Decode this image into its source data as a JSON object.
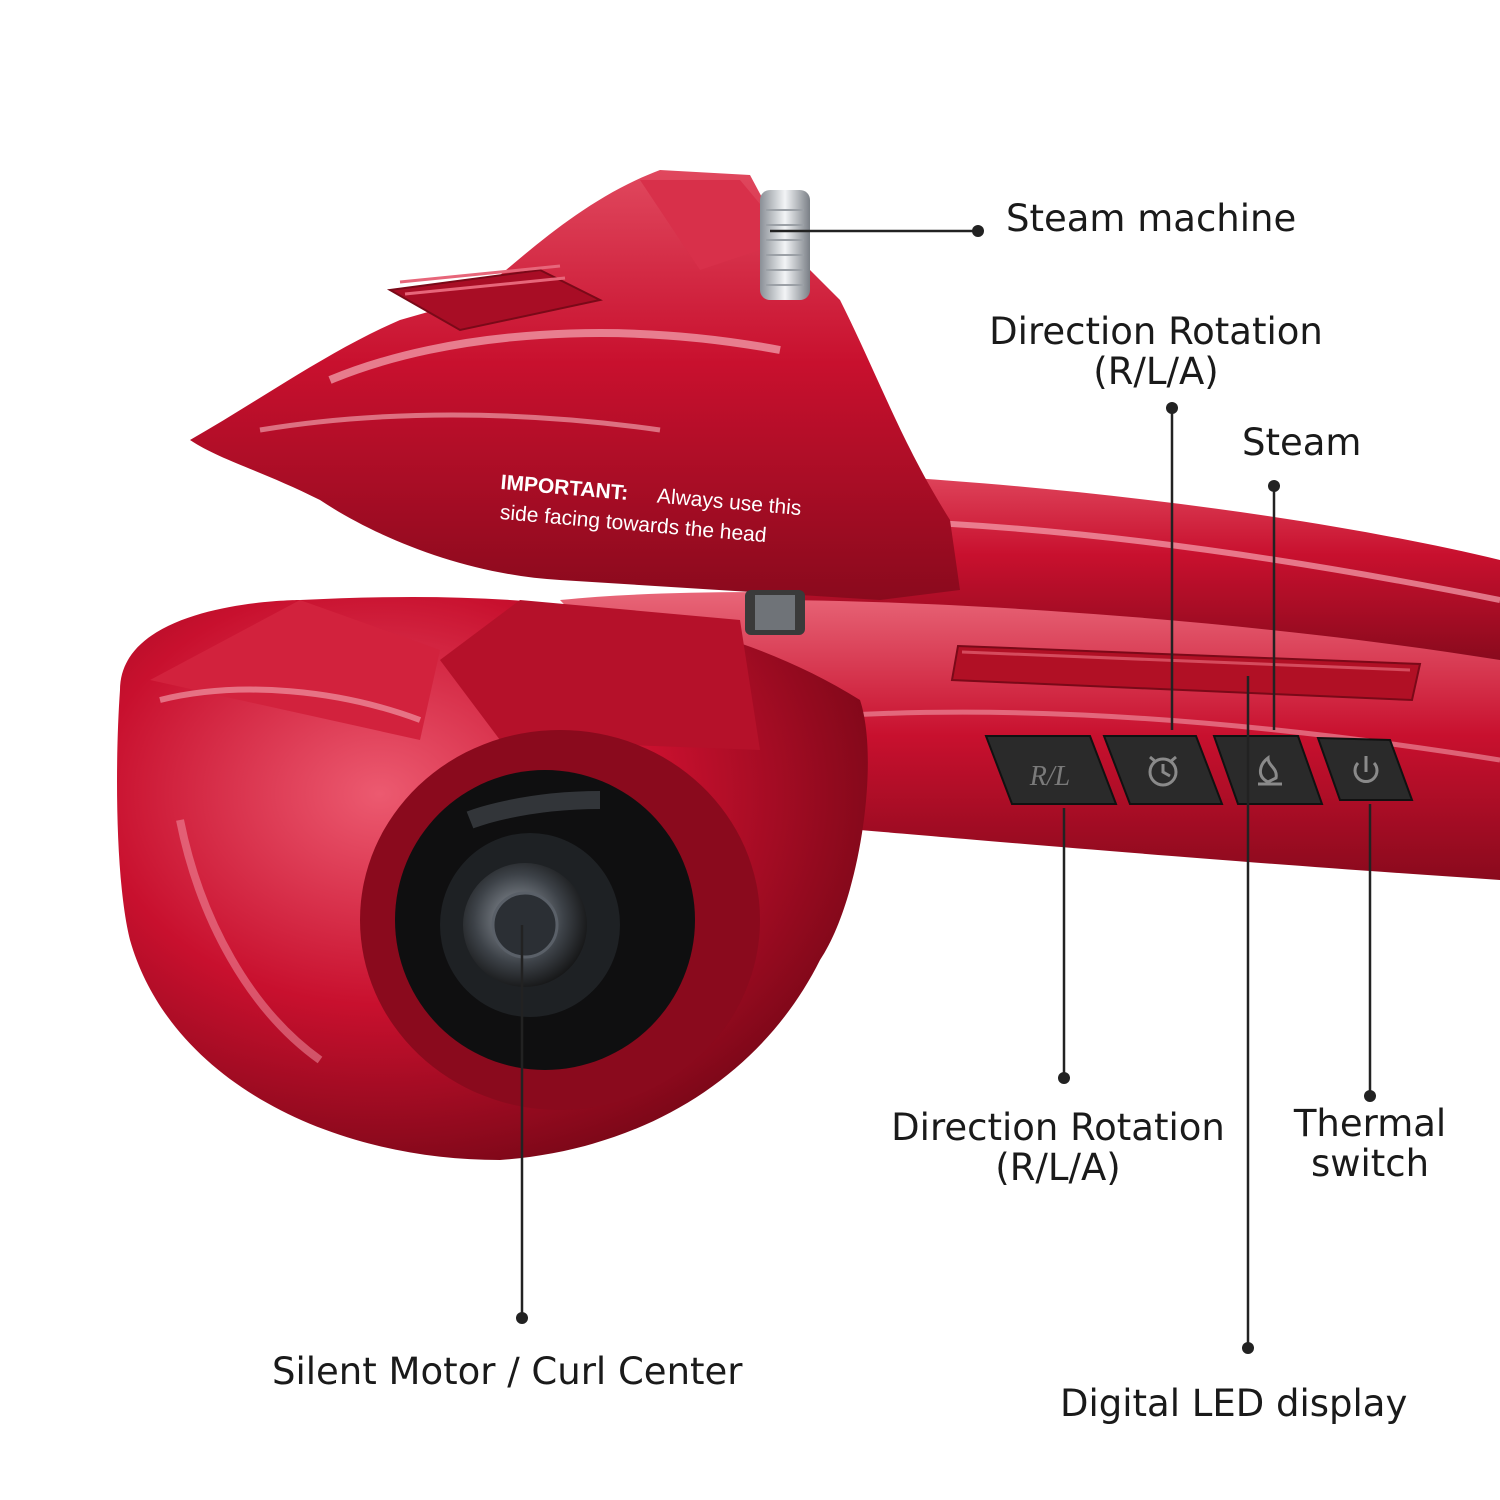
{
  "product": {
    "warning_heading": "IMPORTANT:",
    "warning_line1": "Always use this",
    "warning_line2": "side facing towards the head",
    "body_color": "#c8102e",
    "button_color": "#2a2a2a",
    "buttons": [
      {
        "id": "rl",
        "label": "R/L",
        "icon": "rl-text-icon"
      },
      {
        "id": "timer",
        "label": "",
        "icon": "alarm-clock-icon"
      },
      {
        "id": "steam",
        "label": "",
        "icon": "steam-flame-icon"
      },
      {
        "id": "power",
        "label": "",
        "icon": "power-icon"
      }
    ]
  },
  "callouts": {
    "steam_machine": "Steam machine",
    "direction_top_line1": "Direction Rotation",
    "direction_top_line2": "(R/L/A)",
    "steam": "Steam",
    "direction_bottom_line1": "Direction Rotation",
    "direction_bottom_line2": "(R/L/A)",
    "thermal_line1": "Thermal",
    "thermal_line2": "switch",
    "silent_motor": "Silent Motor / Curl Center",
    "led_display": "Digital LED display"
  }
}
